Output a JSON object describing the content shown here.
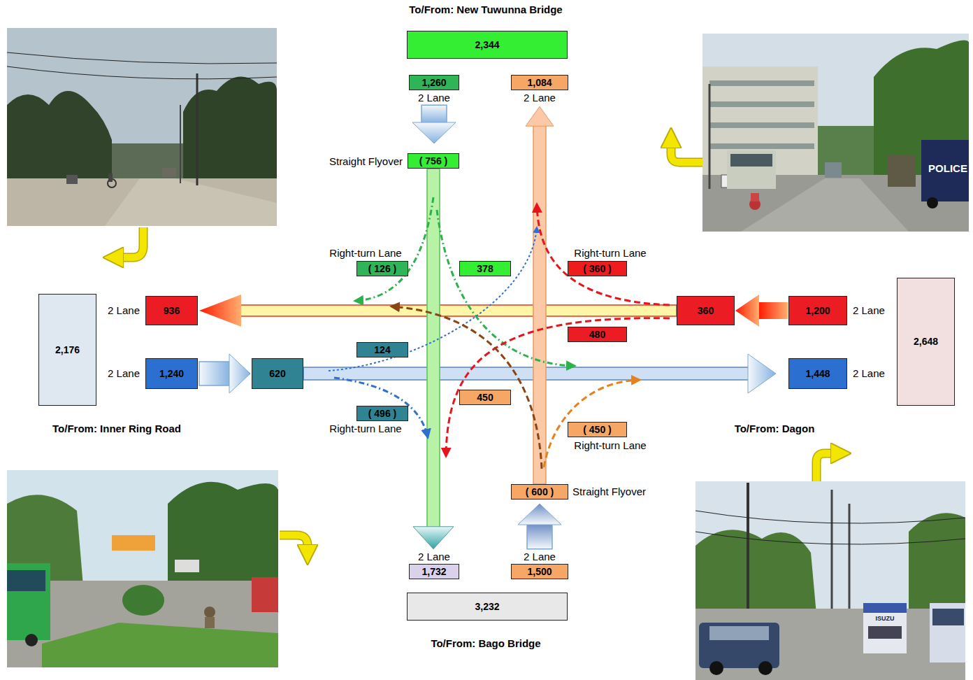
{
  "diagram": {
    "nodes": [
      {
        "text": [
          "2,344"
        ]
      },
      {
        "text": [
          "1,260",
          "2 Lane"
        ]
      },
      {
        "text": [
          "1,084",
          "2 Lane"
        ]
      },
      {
        "text": [
          "( 756 )"
        ]
      },
      {
        "text": [
          "( 126 )"
        ]
      },
      {
        "text": [
          "378"
        ]
      },
      {
        "text": [
          "( 360 )"
        ]
      },
      {
        "text": [
          "2,176"
        ]
      },
      {
        "text": [
          "2 Lane",
          "936"
        ]
      },
      {
        "text": [
          "2 Lane",
          "1,240"
        ]
      },
      {
        "text": [
          "620"
        ]
      },
      {
        "text": [
          "124"
        ]
      },
      {
        "text": [
          "( 496 )"
        ]
      },
      {
        "text": [
          "360"
        ]
      },
      {
        "text": [
          "1,200",
          "2 Lane"
        ]
      },
      {
        "text": [
          "2,648"
        ]
      },
      {
        "text": [
          "1,448",
          "2 Lane"
        ]
      },
      {
        "text": [
          "480"
        ]
      },
      {
        "text": [
          "450"
        ]
      },
      {
        "text": [
          "( 450 )"
        ]
      },
      {
        "text": [
          "( 600 )"
        ]
      },
      {
        "text": [
          "2 Lane",
          "1,732"
        ]
      },
      {
        "text": [
          "2 Lane",
          "1,500"
        ]
      },
      {
        "text": [
          "3,232"
        ]
      }
    ],
    "edges": [
      {
        "from": 1,
        "to": 3,
        "arrow": "to"
      },
      {
        "from": 3,
        "to": 21,
        "arrow": "to"
      },
      {
        "from": 22,
        "to": 20,
        "arrow": "to"
      },
      {
        "from": 20,
        "to": 2,
        "arrow": "to"
      },
      {
        "from": 14,
        "to": 13,
        "arrow": "to"
      },
      {
        "from": 13,
        "to": 8,
        "arrow": "to"
      },
      {
        "from": 9,
        "to": 10,
        "arrow": "to"
      },
      {
        "from": 10,
        "to": 16,
        "arrow": "to"
      }
    ],
    "labels": [
      "To/From: New Tuwunna Bridge",
      "Straight Flyover",
      "Right-turn Lane",
      "Right-turn Lane",
      "POLICE",
      "Right-turn Lane",
      "To/From: Inner Ring Road",
      "Right-turn Lane",
      "To/From: Dagon",
      "Straight Flyover",
      "ISUZU",
      "To/From: Bago Bridge"
    ]
  }
}
